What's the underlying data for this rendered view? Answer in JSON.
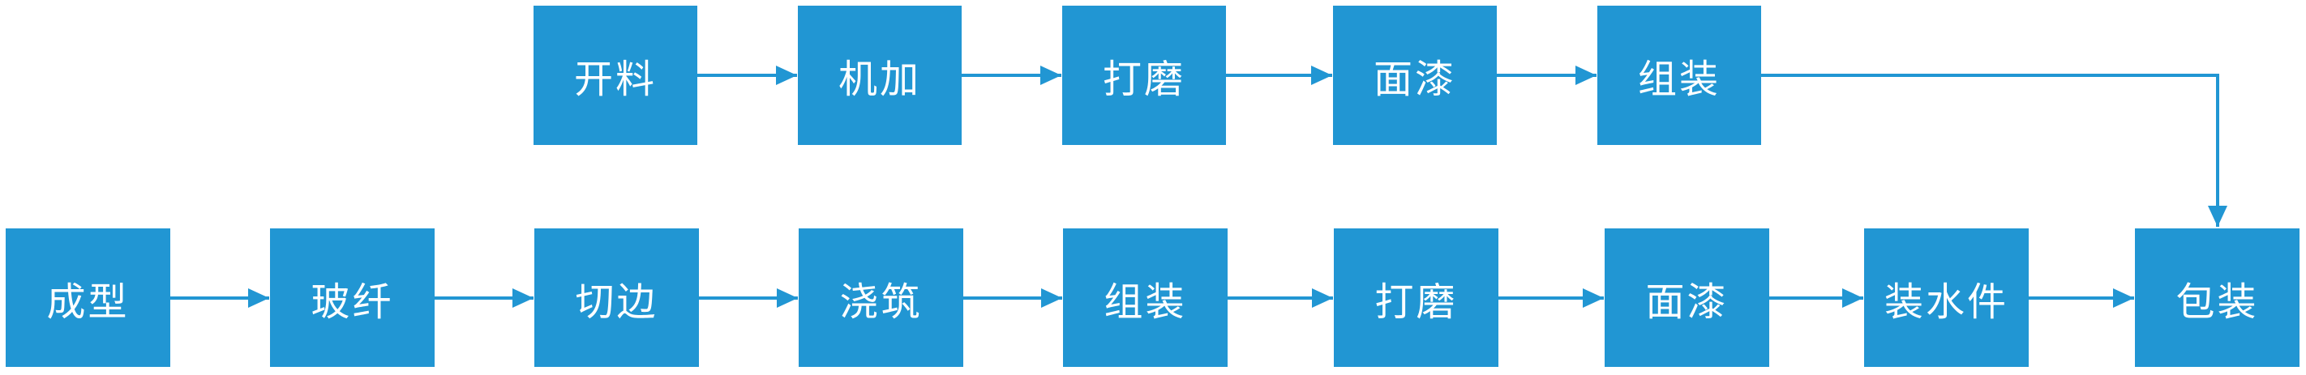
{
  "colors": {
    "node_fill": "#2196d3",
    "node_text": "#ffffff",
    "connector": "#2196d3",
    "background": "#ffffff"
  },
  "top_row": [
    "开料",
    "机加",
    "打磨",
    "面漆",
    "组装"
  ],
  "bottom_row": [
    "成型",
    "玻纤",
    "切边",
    "浇筑",
    "组装",
    "打磨",
    "面漆",
    "装水件",
    "包装"
  ],
  "edges": {
    "top_chain": [
      [
        "开料",
        "机加"
      ],
      [
        "机加",
        "打磨"
      ],
      [
        "打磨",
        "面漆"
      ],
      [
        "面漆",
        "组装"
      ]
    ],
    "top_to_bottom": [
      [
        "组装",
        "包装"
      ]
    ],
    "bottom_chain": [
      [
        "成型",
        "玻纤"
      ],
      [
        "玻纤",
        "切边"
      ],
      [
        "切边",
        "浇筑"
      ],
      [
        "浇筑",
        "组装"
      ],
      [
        "组装",
        "打磨"
      ],
      [
        "打磨",
        "面漆"
      ],
      [
        "面漆",
        "装水件"
      ],
      [
        "装水件",
        "包装"
      ]
    ]
  }
}
